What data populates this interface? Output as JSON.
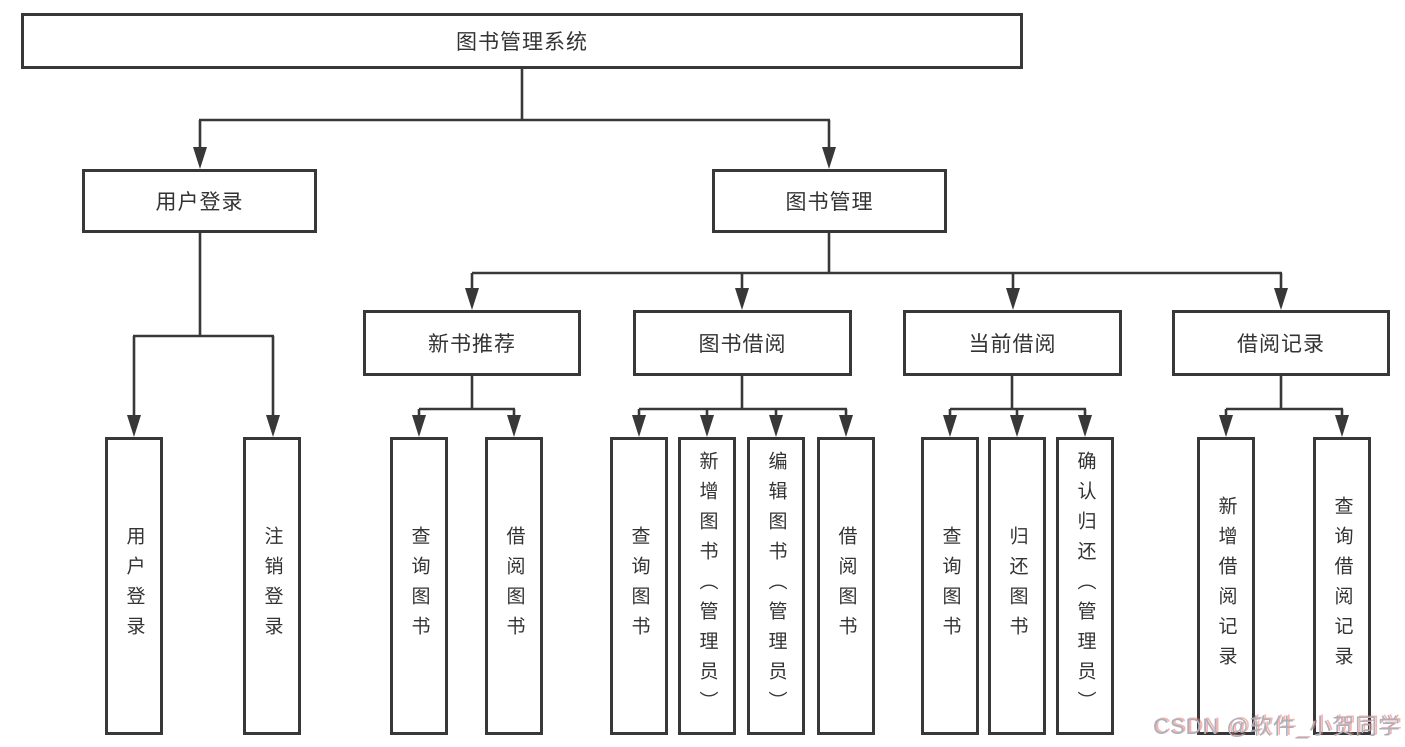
{
  "nodes": {
    "root": "图书管理系统",
    "user_login": "用户登录",
    "book_mgmt": "图书管理",
    "new_book_rec": "新书推荐",
    "book_borrow": "图书借阅",
    "current_borrow": "当前借阅",
    "borrow_records": "借阅记录",
    "leaf_user_login": "用户登录",
    "leaf_logout": "注销登录",
    "leaf_rec_query": "查询图书",
    "leaf_rec_borrow": "借阅图书",
    "leaf_bb_query": "查询图书",
    "leaf_bb_add": "新增图书（管理员）",
    "leaf_bb_edit": "编辑图书（管理员）",
    "leaf_bb_borrow": "借阅图书",
    "leaf_cb_query": "查询图书",
    "leaf_cb_return": "归还图书",
    "leaf_cb_confirm": "确认归还（管理员）",
    "leaf_br_add": "新增借阅记录",
    "leaf_br_query": "查询借阅记录"
  },
  "colors": {
    "line": "#383838",
    "text": "#333333",
    "background": "#ffffff",
    "watermark_gray": "#aab0bc",
    "watermark_red": "#f0766e"
  },
  "watermark": "CSDN @软件_小贺同学"
}
